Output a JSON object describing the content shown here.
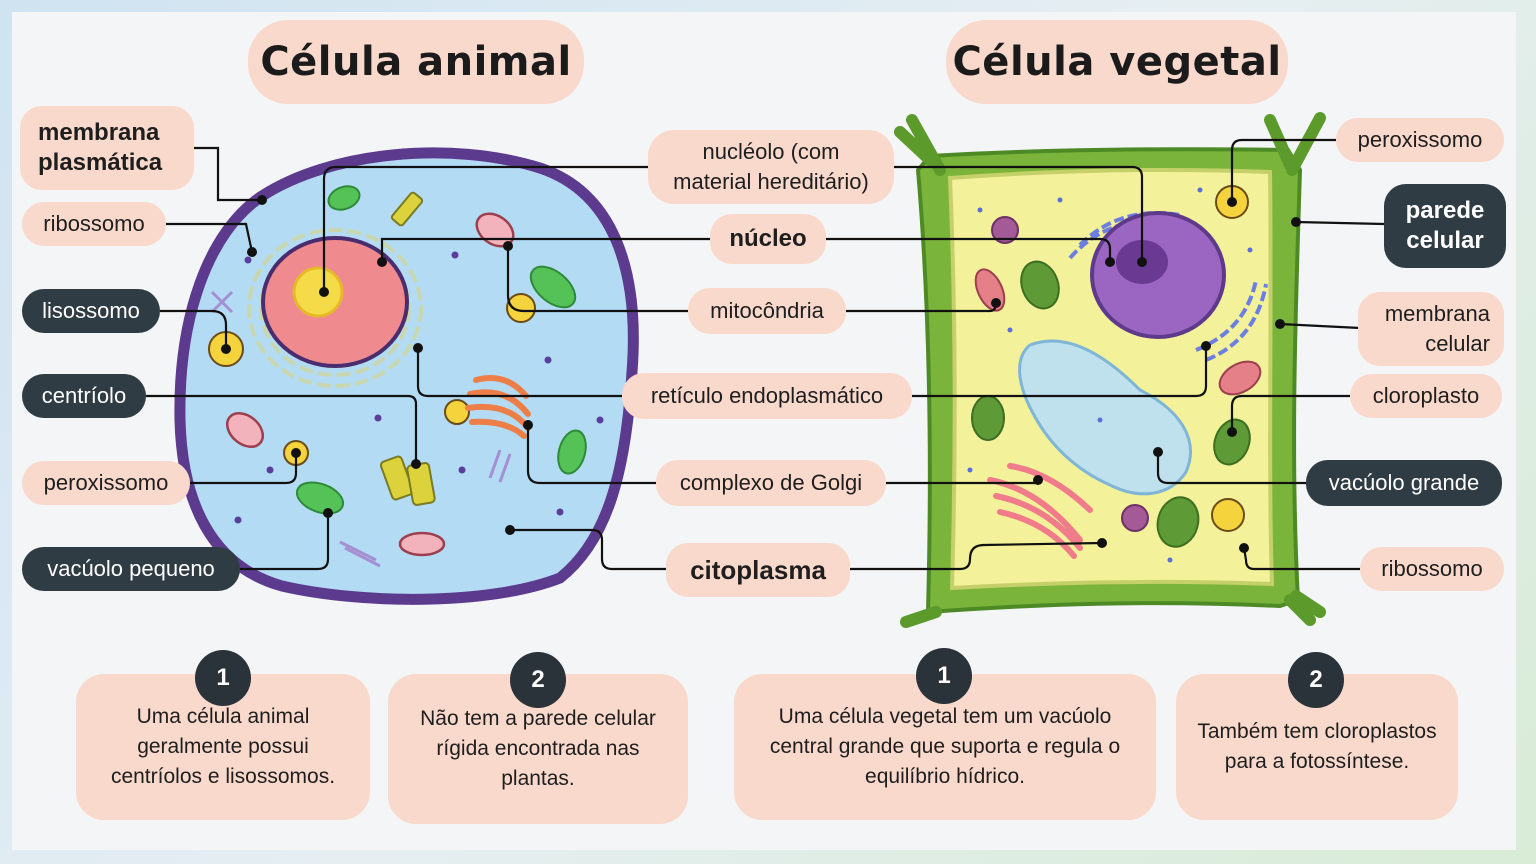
{
  "titles": {
    "animal": "Célula animal",
    "plant": "Célula vegetal"
  },
  "animal_labels": {
    "membrana": "membrana\nplasmática",
    "ribossomo": "ribossomo",
    "lisossomo": "lisossomo",
    "centriolo": "centríolo",
    "peroxissomo": "peroxissomo",
    "vacuolo_pequeno": "vacúolo pequeno"
  },
  "shared_labels": {
    "nucleolo": "nucléolo (com\nmaterial hereditário)",
    "nucleo": "núcleo",
    "mitocondria": "mitocôndria",
    "reticulo": "retículo endoplasmático",
    "golgi": "complexo de Golgi",
    "citoplasma": "citoplasma"
  },
  "plant_labels": {
    "peroxissomo": "peroxissomo",
    "parede": "parede\ncelular",
    "membrana": "membrana\ncelular",
    "cloroplasto": "cloroplasto",
    "vacuolo_grande": "vacúolo grande",
    "ribossomo": "ribossomo"
  },
  "cards": [
    {
      "number": "1",
      "text": "Uma célula animal geralmente possui centríolos e lisossomos."
    },
    {
      "number": "2",
      "text": "Não tem a parede celular rígida encontrada nas plantas."
    },
    {
      "number": "1",
      "text": "Uma célula vegetal tem um vacúolo central grande que suporta e regula o equilíbrio hídrico."
    },
    {
      "number": "2",
      "text": "Também tem cloroplastos para a fotossíntese."
    }
  ],
  "colors": {
    "label_bg": "#f9d9cc",
    "dark_label_bg": "#2f3c44",
    "animal_cytoplasm": "#b3dcf4",
    "animal_membrane": "#5c3b8e",
    "plant_wall": "#7bb43a",
    "plant_cytoplasm": "#f3f19a",
    "nucleus_animal": "#ef8a8e",
    "nucleus_plant": "#9a66c2"
  }
}
